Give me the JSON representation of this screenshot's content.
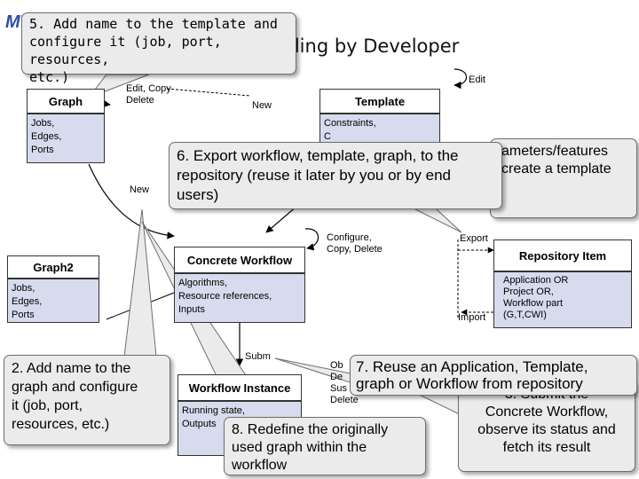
{
  "logo": "MTA",
  "title": "lling by Developer",
  "template": {
    "header": "Template",
    "body": [
      "Constraints,",
      "C"
    ]
  },
  "graph": {
    "header": "Graph",
    "body": [
      "Jobs,",
      "Edges,",
      "Ports"
    ]
  },
  "graph2": {
    "header": "Graph2",
    "body": [
      "Jobs,",
      "Edges,",
      "Ports"
    ]
  },
  "concrete": {
    "header": "Concrete Workflow",
    "body": [
      "Algorithms,",
      "Resource references,",
      "Inputs"
    ]
  },
  "repository": {
    "header": "Repository Item",
    "body": [
      "Application OR",
      "Project OR,",
      "Workflow part",
      "(G,T,CWI)"
    ]
  },
  "instance": {
    "header": "Workflow Instance",
    "body": [
      "Running state,",
      "Outputs"
    ]
  },
  "labels": {
    "edit": "Edit",
    "edit_copy": [
      "Edit, Copy",
      "Delete"
    ],
    "new_top": "New",
    "new_left": "New",
    "configure": [
      "Configure,",
      "Copy, Delete"
    ],
    "export": "Export",
    "import": "Import",
    "submit": "Subm",
    "obs": [
      "Ob",
      "De",
      "Sus",
      "Delete"
    ]
  },
  "callouts": {
    "c5": [
      "5. Add name to the template and",
      "configure it (job, port, resources,",
      "etc.)"
    ],
    "c6": [
      "6. Export workflow, template, graph, to the",
      "repository (reuse it later by you or by end",
      "users)"
    ],
    "params": [
      "ameters/features",
      "create a template"
    ],
    "c2": [
      "2. Add name to the",
      "graph and configure",
      "it (job, port,",
      "resources, etc.)"
    ],
    "c7": [
      "7. Reuse an Application, Template,",
      "graph or Workflow from repository"
    ],
    "c3": [
      "3. Submit the",
      "Concrete Workflow,",
      "observe its status and",
      "fetch its result"
    ],
    "c8": [
      "8. Redefine the originally",
      "used graph within the",
      "workflow"
    ]
  }
}
